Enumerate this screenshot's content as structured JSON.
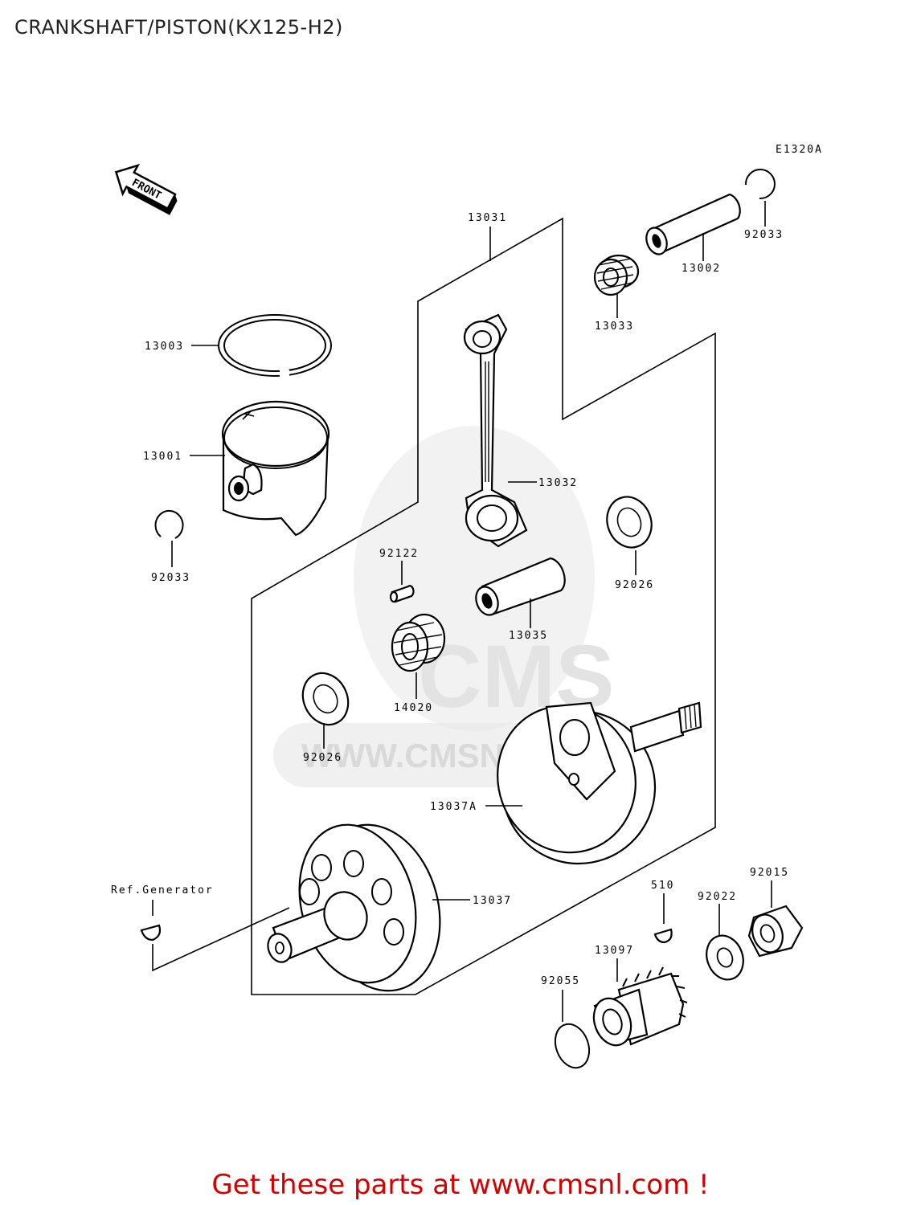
{
  "title": "CRANKSHAFT/PISTON(KX125-H2)",
  "diagram_code": "E1320A",
  "front_arrow_label": "FRONT",
  "watermark": {
    "brand": "CMS",
    "url": "WWW.CMSNL.COM"
  },
  "parts": {
    "p13031": "13031",
    "p13002": "13002",
    "p92033_top": "92033",
    "p13033": "13033",
    "p13003": "13003",
    "p13001": "13001",
    "p92033_left": "92033",
    "p13032": "13032",
    "p92122": "92122",
    "p92026_right": "92026",
    "p13035": "13035",
    "p14020": "14020",
    "p92026_left": "92026",
    "p13037A": "13037A",
    "ref_generator": "Ref.Generator",
    "p13037": "13037",
    "p510": "510",
    "p92022": "92022",
    "p92015": "92015",
    "p13097": "13097",
    "p92055": "92055"
  },
  "footer": "Get these parts at www.cmsnl.com !"
}
